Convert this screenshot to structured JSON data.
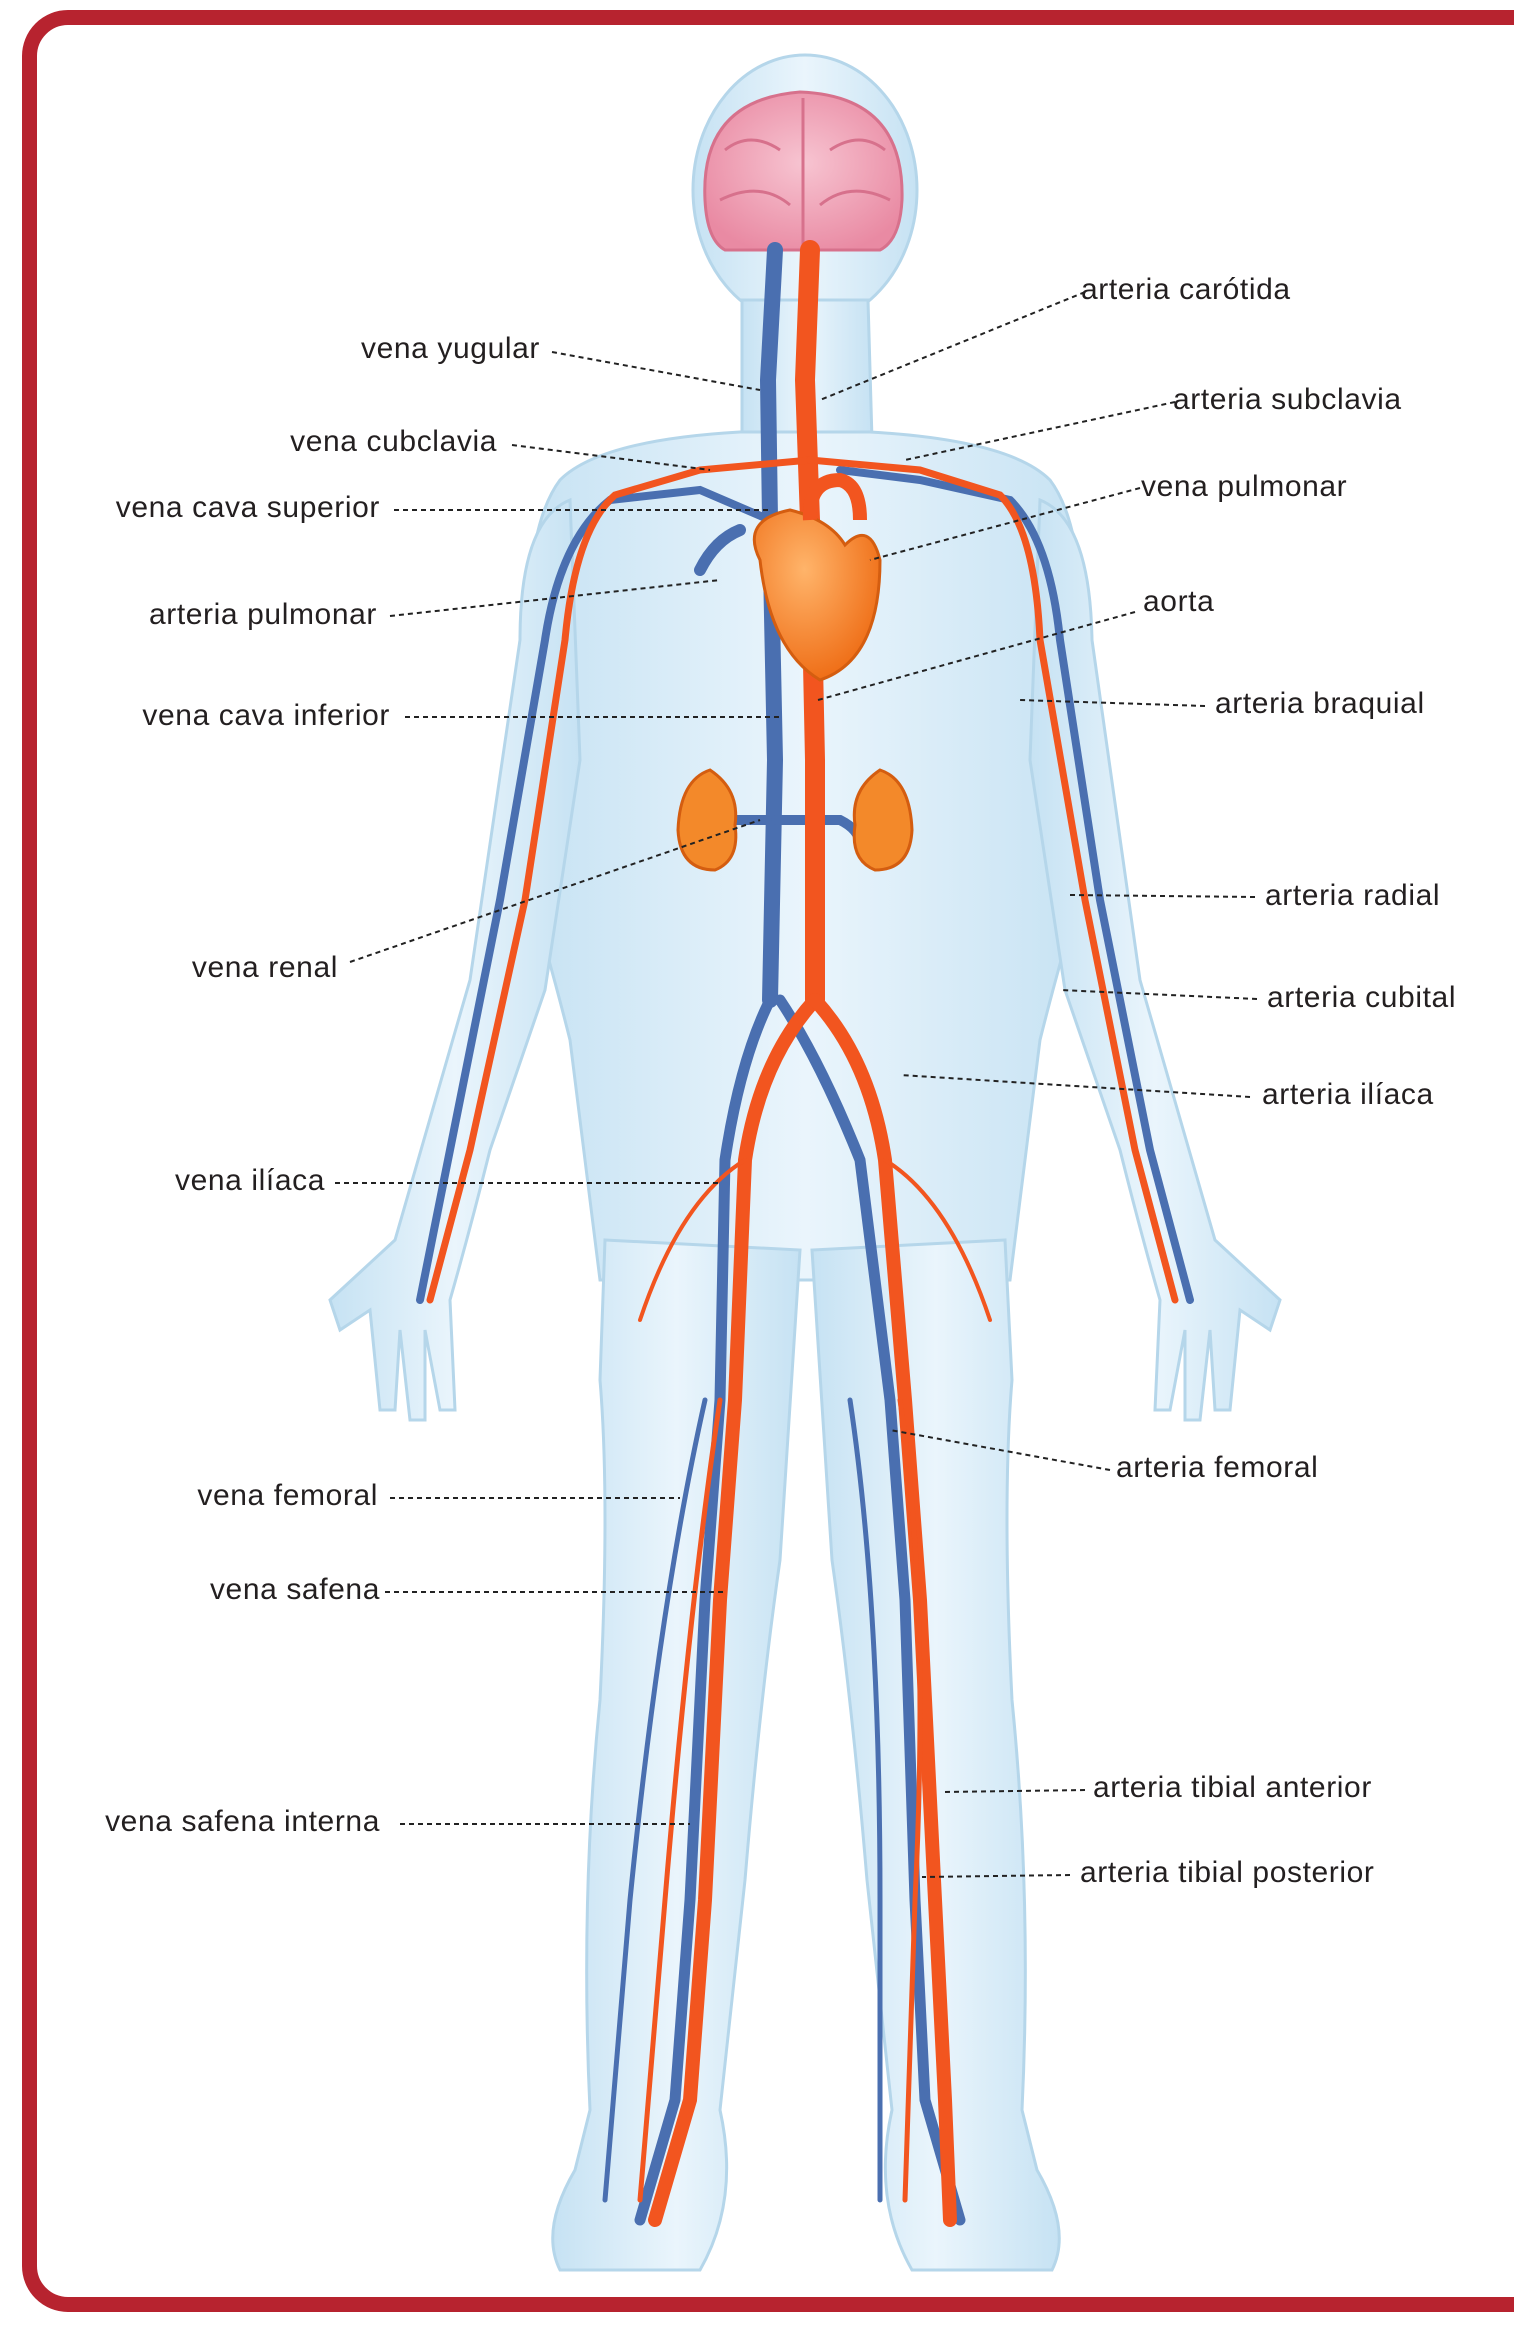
{
  "colors": {
    "frame": "#b7232f",
    "artery": "#f2551f",
    "vein": "#4a6fb0",
    "body": "#d6ecf8",
    "brain": "#f2a1b6",
    "heart": "#f57f1e"
  },
  "labels_left": {
    "vena_yugular": "vena yugular",
    "vena_cubclavia": "vena cubclavia",
    "vena_cava_superior": "vena cava superior",
    "arteria_pulmonar": "arteria pulmonar",
    "vena_cava_inferior": "vena cava inferior",
    "vena_renal": "vena renal",
    "vena_iliaca": "vena ilíaca",
    "vena_femoral": "vena femoral",
    "vena_safena": "vena safena",
    "vena_safena_interna": "vena safena interna"
  },
  "labels_right": {
    "arteria_carotida": "arteria carótida",
    "arteria_subclavia": "arteria subclavia",
    "vena_pulmonar": "vena pulmonar",
    "aorta": "aorta",
    "arteria_braquial": "arteria braquial",
    "arteria_radial": "arteria radial",
    "arteria_cubital": "arteria cubital",
    "arteria_iliaca": "arteria ilíaca",
    "arteria_femoral": "arteria femoral",
    "arteria_tibial_anterior": "arteria tibial anterior",
    "arteria_tibial_posterior": "arteria tibial posterior"
  }
}
